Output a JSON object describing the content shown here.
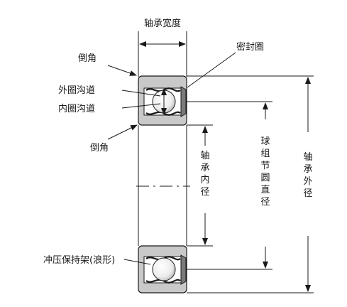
{
  "labels": {
    "bearing_width": "轴承宽度",
    "seal_ring": "密封圈",
    "chamfer": "倒角",
    "outer_race_groove": "外圈沟道",
    "inner_race_groove": "内圈沟道",
    "stamped_cage": "冲压保持架(浪形)",
    "bore_diameter": [
      "轴",
      "承",
      "内",
      "径"
    ],
    "pitch_diameter": [
      "球",
      "组",
      "节",
      "圆",
      "直",
      "径"
    ],
    "outer_diameter": [
      "轴",
      "承",
      "外",
      "径"
    ]
  },
  "colors": {
    "line": "#1a1a1a",
    "ring_fill": "#c9c9c9",
    "ball_fill": "#f4f4f4"
  }
}
